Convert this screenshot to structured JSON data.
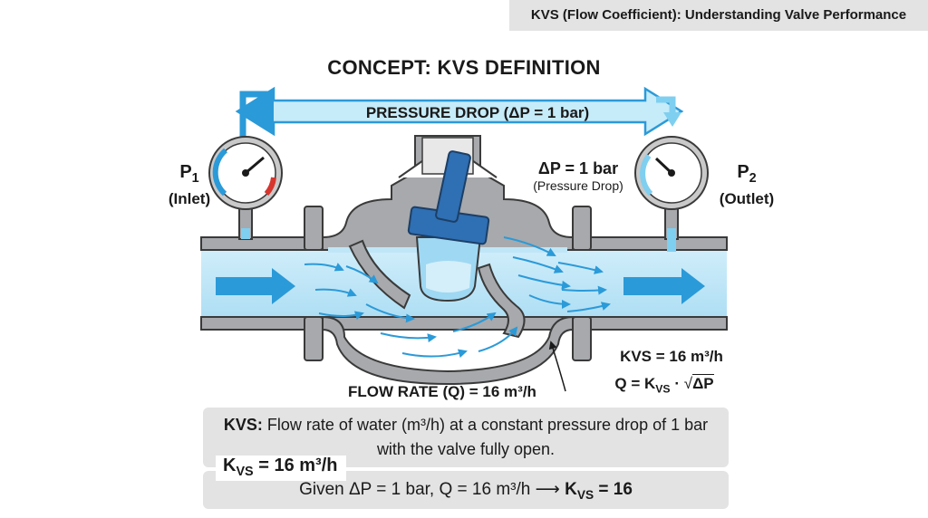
{
  "header": {
    "title": "KVS (Flow Coefficient): Understanding Valve Performance"
  },
  "concept_title": "CONCEPT: KVS DEFINITION",
  "pressure_drop_arrow": {
    "label": "PRESSURE DROP (ΔP = 1 bar)"
  },
  "inlet": {
    "symbol": "P",
    "subscript": "1",
    "caption": "(Inlet)"
  },
  "outlet": {
    "symbol": "P",
    "subscript": "2",
    "caption": "(Outlet)"
  },
  "delta_p": {
    "value": "ΔP = 1 bar",
    "caption": "(Pressure Drop)"
  },
  "flow_rate": {
    "text": "FLOW RATE (Q) = 16 m³/h"
  },
  "kvs_side": {
    "value": "KVS = 16 m³/h",
    "formula_lhs": "Q = K",
    "formula_sub": "VS",
    "formula_dot": "·",
    "formula_radicand": "ΔP"
  },
  "definition": {
    "term": "KVS:",
    "text": "Flow rate of water (m³/h) at a constant pressure drop of 1 bar with the valve fully open."
  },
  "kvs_equation": {
    "symbol": "K",
    "subscript": "VS",
    "rhs": "= 16 m³/h"
  },
  "given": {
    "text": "Given ΔP = 1 bar,  Q = 16 m³/h",
    "arrow": "⟶",
    "result_symbol": "K",
    "result_subscript": "VS",
    "result_rhs": "= 16"
  },
  "colors": {
    "water": "#bfe6f7",
    "flow_arrow": "#2b9ad8",
    "metal": "#a7a9ac",
    "outline": "#3a3a3a",
    "stem": "#2f6fb3",
    "gauge_red": "#d6362e",
    "box": "#e3e3e3"
  }
}
